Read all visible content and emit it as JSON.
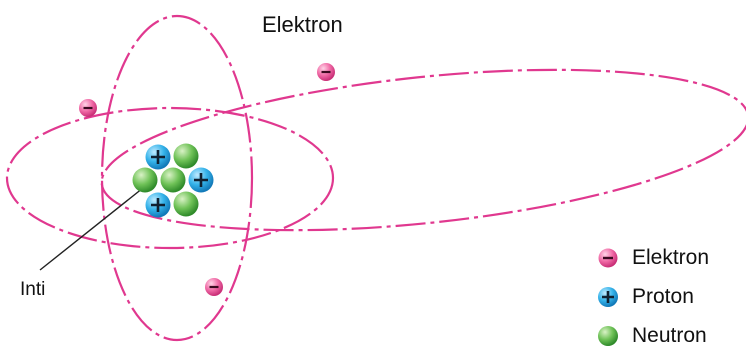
{
  "labels": {
    "electron_pointer": "Elektron",
    "core": "Inti"
  },
  "legend": [
    {
      "symbol": "minus-icon",
      "label": "Elektron"
    },
    {
      "symbol": "plus-icon",
      "label": "Proton"
    },
    {
      "symbol": "sphere-icon",
      "label": "Neutron"
    }
  ],
  "colors": {
    "orbit": "#e0388f",
    "electron": "#ee5f9e",
    "proton": "#23a9e4",
    "neutron": "#5fb24a",
    "text": "#111111"
  }
}
